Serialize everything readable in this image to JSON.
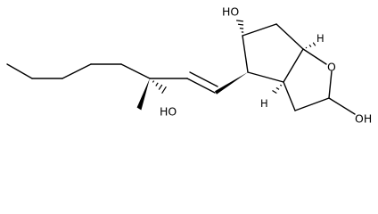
{
  "molecule": {
    "labels": {
      "oh_cyclopentane": "HO",
      "oh_lactol": "OH",
      "oh_side_chain": "HO",
      "ring_oxygen": "O",
      "h_ring_fusion_top": "H",
      "h_ring_fusion_bottom": "H"
    },
    "colors": {
      "bond": "#000000",
      "label": "#000000",
      "background": "#ffffff"
    }
  }
}
